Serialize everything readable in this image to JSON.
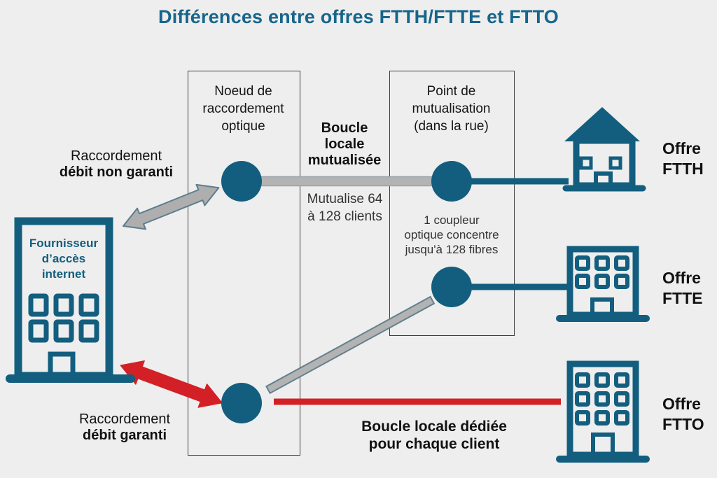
{
  "title": "Différences entre offres FTTH/FTTE et FTTO",
  "colors": {
    "background": "#eeeeee",
    "teal": "#135e7e",
    "title_blue": "#17658b",
    "red": "#d32027",
    "gray_fill": "#b3b3b3",
    "gray_stroke": "#64808e",
    "text_dark": "#1a1a1a"
  },
  "provider": {
    "line1": "Fournisseur",
    "line2": "d’accès",
    "line3": "internet"
  },
  "nodes": {
    "nro": {
      "line1": "Noeud de",
      "line2": "raccordement",
      "line3": "optique"
    },
    "pm": {
      "line1": "Point de",
      "line2": "mutualisation",
      "line3": "(dans la rue)"
    }
  },
  "links": {
    "boucle_mutualisee": {
      "line1": "Boucle",
      "line2": "locale",
      "line3": "mutualisée"
    },
    "mutualise_note": {
      "line1": "Mutualise 64",
      "line2": "à 128 clients"
    },
    "coupleur_note": {
      "line1": "1 coupleur",
      "line2": "optique concentre",
      "line3": "jusqu'à 128 fibres"
    },
    "boucle_dediee": {
      "line1": "Boucle locale dédiée",
      "line2": "pour chaque client"
    },
    "non_garanti": {
      "line1": "Raccordement",
      "line2": "débit non garanti"
    },
    "garanti": {
      "line1": "Raccordement",
      "line2": "débit garanti"
    }
  },
  "offers": {
    "ftth": {
      "line1": "Offre",
      "line2": "FTTH"
    },
    "ftte": {
      "line1": "Offre",
      "line2": "FTTE"
    },
    "ftto": {
      "line1": "Offre",
      "line2": "FTTO"
    }
  }
}
